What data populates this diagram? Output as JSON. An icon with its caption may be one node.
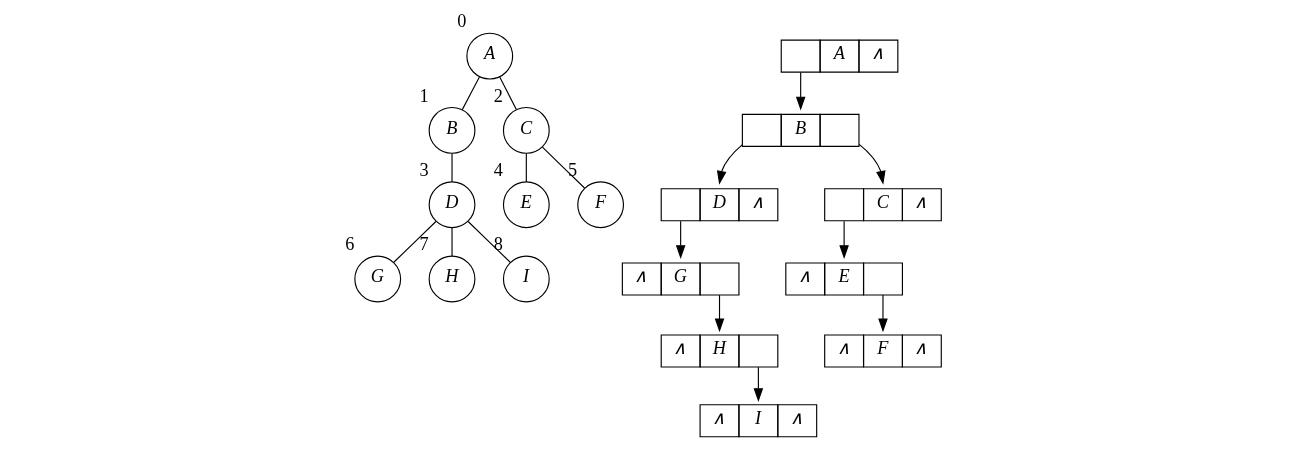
{
  "diagram": {
    "nodes": [
      {
        "text": [
          "A"
        ],
        "beside": [
          "0"
        ]
      },
      {
        "text": [
          "B"
        ],
        "beside": [
          "1"
        ]
      },
      {
        "text": [
          "C"
        ],
        "beside": [
          "2"
        ]
      },
      {
        "text": [
          "D"
        ],
        "beside": [
          "3"
        ]
      },
      {
        "text": [
          "E"
        ],
        "beside": [
          "4"
        ]
      },
      {
        "text": [
          "F"
        ],
        "beside": [
          "5"
        ]
      },
      {
        "text": [
          "G"
        ],
        "beside": [
          "6"
        ]
      },
      {
        "text": [
          "H"
        ],
        "beside": [
          "7"
        ]
      },
      {
        "text": [
          "I"
        ],
        "beside": [
          "8"
        ]
      },
      {
        "text": [
          "A",
          "∧"
        ]
      },
      {
        "text": [
          "B"
        ]
      },
      {
        "text": [
          "D",
          "∧"
        ]
      },
      {
        "text": [
          "C",
          "∧"
        ]
      },
      {
        "text": [
          "∧",
          "G"
        ]
      },
      {
        "text": [
          "∧",
          "E"
        ]
      },
      {
        "text": [
          "∧",
          "H"
        ]
      },
      {
        "text": [
          "∧",
          "F",
          "∧"
        ]
      },
      {
        "text": [
          "∧",
          "I",
          "∧"
        ]
      }
    ],
    "edges": [
      {
        "from": 0,
        "to": 1,
        "arrow": "none"
      },
      {
        "from": 0,
        "to": 2,
        "arrow": "none"
      },
      {
        "from": 1,
        "to": 3,
        "arrow": "none"
      },
      {
        "from": 2,
        "to": 4,
        "arrow": "none"
      },
      {
        "from": 2,
        "to": 5,
        "arrow": "none"
      },
      {
        "from": 3,
        "to": 6,
        "arrow": "none"
      },
      {
        "from": 3,
        "to": 7,
        "arrow": "none"
      },
      {
        "from": 3,
        "to": 8,
        "arrow": "none"
      },
      {
        "from": 9,
        "to": 10,
        "arrow": "to"
      },
      {
        "from": 10,
        "to": 11,
        "arrow": "to"
      },
      {
        "from": 10,
        "to": 12,
        "arrow": "to"
      },
      {
        "from": 11,
        "to": 13,
        "arrow": "to"
      },
      {
        "from": 12,
        "to": 14,
        "arrow": "to"
      },
      {
        "from": 13,
        "to": 15,
        "arrow": "to"
      },
      {
        "from": 14,
        "to": 16,
        "arrow": "to"
      },
      {
        "from": 15,
        "to": 17,
        "arrow": "to"
      }
    ]
  }
}
